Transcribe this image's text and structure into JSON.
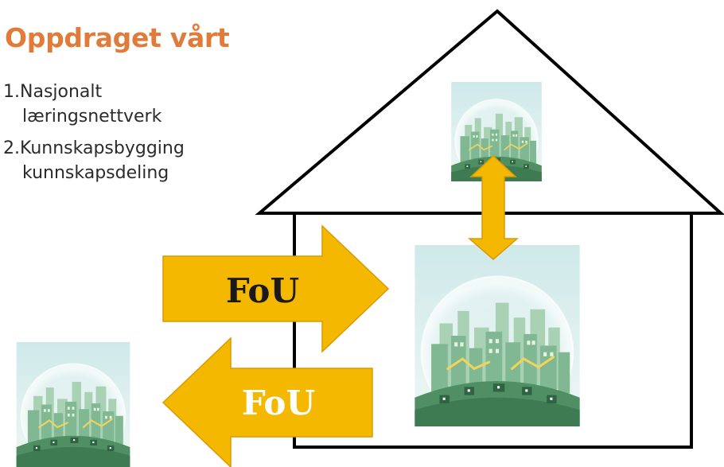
{
  "title": "Oppdraget vårt",
  "list": [
    {
      "number": "1.",
      "line1": "Nasjonalt",
      "line2": "læringsnettverk"
    },
    {
      "number": "2.",
      "line1": "Kunnskapsbygging",
      "line2": "kunnskapsdeling"
    }
  ],
  "arrows": {
    "in_label": "FoU",
    "out_label": "FoU"
  },
  "colors": {
    "title": "#e07b39",
    "arrow_fill": "#f5b800",
    "arrow_stroke": "#d99a00",
    "in_label_text": "#1a1a1a",
    "out_label_text": "#ffffff",
    "house_line": "#000000"
  }
}
